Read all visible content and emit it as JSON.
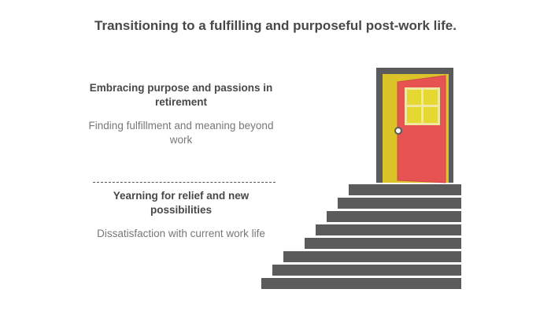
{
  "title": "Transitioning to a fulfilling and purposeful post-work life.",
  "sections": [
    {
      "heading": "Embracing purpose and passions in retirement",
      "description": "Finding fulfillment and meaning beyond work"
    },
    {
      "heading": "Yearning for relief and new possibilities",
      "description": "Dissatisfaction with current work life"
    }
  ],
  "colors": {
    "stairs": "#5b5b5b",
    "door_frame": "#5b5b5b",
    "door_opening": "#dcc32a",
    "door": "#e65352",
    "window_pane": "#e6d833",
    "text_dark": "#484848",
    "text_muted": "#777777"
  },
  "icons": [
    "staircase-icon",
    "open-door-icon"
  ]
}
